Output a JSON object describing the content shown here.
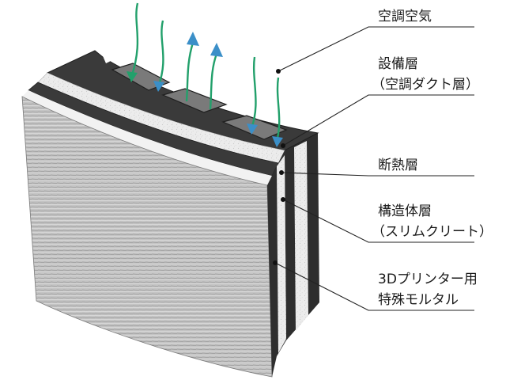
{
  "labels": {
    "air": "空調空気",
    "equipment_line1": "設備層",
    "equipment_line2": "（空調ダクト層）",
    "insulation": "断熱層",
    "structure_line1": "構造体層",
    "structure_line2": "（スリムクリート）",
    "printed_line1": "3Dプリンター用",
    "printed_line2": "特殊モルタル"
  },
  "colors": {
    "background": "#ffffff",
    "leader_line": "#222222",
    "leader_dot": "#111111",
    "dark_layer": "#3a3a3a",
    "dark_layer_edge": "#1f1f1f",
    "insulation_fill": "#e9e9e9",
    "textured_face": "#bdbdbd",
    "air_in": "#22a06b",
    "air_out": "#3b8fc8",
    "label_text": "#1a1a1a"
  },
  "air_flows": [
    {
      "direction": "in",
      "color": "air_in"
    },
    {
      "direction": "in",
      "color": "air_in"
    },
    {
      "direction": "out",
      "color": "air_out"
    },
    {
      "direction": "out",
      "color": "air_out"
    },
    {
      "direction": "in",
      "color": "air_in"
    },
    {
      "direction": "in",
      "color": "air_in"
    }
  ]
}
